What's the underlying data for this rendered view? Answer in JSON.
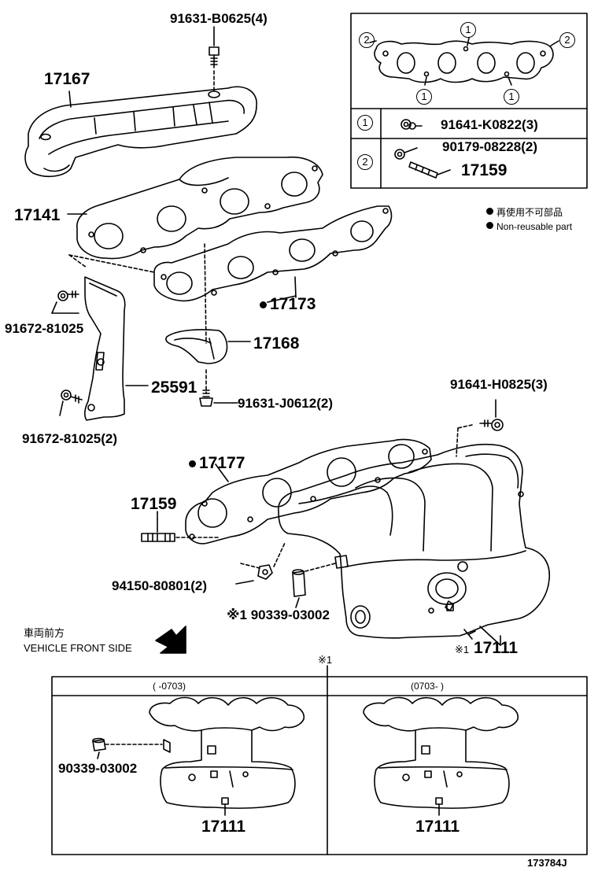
{
  "callouts": {
    "p17167": "17167",
    "p91631_b": "91631-B0625(4)",
    "p17141": "17141",
    "p17173": "17173",
    "p91672_a": "91672-81025",
    "p17168": "17168",
    "p25591": "25591",
    "p91631_j": "91631-J0612(2)",
    "p91672_b": "91672-81025(2)",
    "p91641_h": "91641-H0825(3)",
    "p17177": "17177",
    "p17159": "17159",
    "p94150": "94150-80801(2)",
    "p90339": "90339-03002",
    "p17111": "17111",
    "note_mark": "※1"
  },
  "gasket_box": {
    "mark1": "1",
    "mark2": "2",
    "row1_part": "91641-K0822(3)",
    "row2_part_a": "90179-08228(2)",
    "row2_part_b": "17159"
  },
  "legend": {
    "line_jp": "再使用不可部品",
    "line_en": "Non-reusable part"
  },
  "orientation": {
    "jp": "車両前方",
    "en": "VEHICLE FRONT SIDE"
  },
  "variant_table": {
    "header_mark": "※1",
    "col1_header": "(      -0703)",
    "col2_header": "(0703-      )",
    "col1_part_a": "90339-03002",
    "col1_part_b": "17111",
    "col2_part": "17111"
  },
  "figure_id": "173784J"
}
